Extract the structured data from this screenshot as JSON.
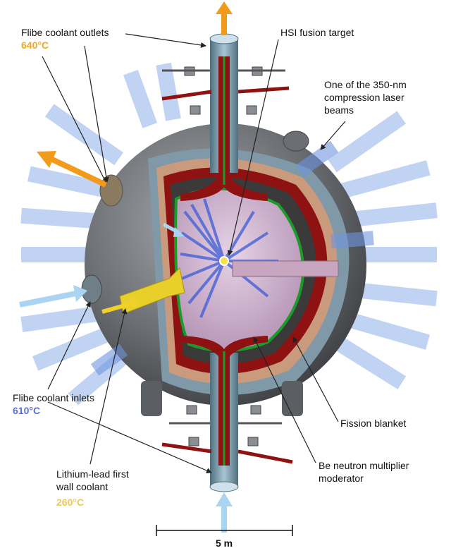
{
  "labels": {
    "flibe_outlets": "Flibe coolant outlets",
    "flibe_outlets_temp": "640°C",
    "fusion_target": "HSI fusion target",
    "laser_beam_line1": "One of the 350-nm",
    "laser_beam_line2": "compression laser",
    "laser_beam_line3": "beams",
    "flibe_inlets": "Flibe coolant inlets",
    "flibe_inlets_temp": "610°C",
    "lithium_line1": "Lithium-lead first",
    "lithium_line2": "wall coolant",
    "lithium_temp": "260°C",
    "fission_blanket": "Fission blanket",
    "be_line1": "Be neutron multiplier",
    "be_line2": "moderator",
    "scale": "5 m"
  },
  "colors": {
    "outlet_temp": "#f5a623",
    "inlet_temp": "#5b6fd6",
    "lithium_temp": "#f0c75a",
    "outlet_arrow": "#f29a1c",
    "inlet_arrow": "#a9d4f2",
    "lithium_arrow": "#f2d02a",
    "red_layer": "#8e1212",
    "green_wall": "#1e9a2a",
    "core": "#c8a9c8",
    "shell": "#6b6e72"
  }
}
